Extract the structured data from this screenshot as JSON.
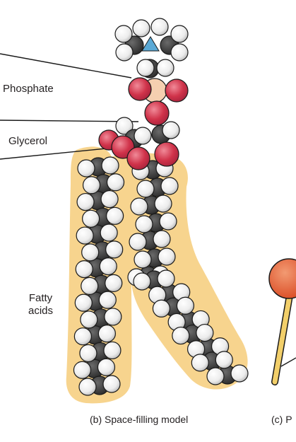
{
  "labels": {
    "phosphate": "Phosphate",
    "glycerol": "Glycerol",
    "fatty_acids": "Fatty\nacids"
  },
  "captions": {
    "b": "(b) Space-filling model",
    "c": "(c) P"
  },
  "colors": {
    "carbon": "#3a3a3a",
    "hydrogen": "#f2f2f2",
    "oxygen": "#d0334a",
    "nitrogen": "#5aa9d6",
    "phosphorus": "#f5cfb0",
    "tail_highlight": "#f7d48e",
    "head_ball": "#e0532b",
    "stick": "#f2cf6a",
    "outline": "#1a1a1a"
  }
}
